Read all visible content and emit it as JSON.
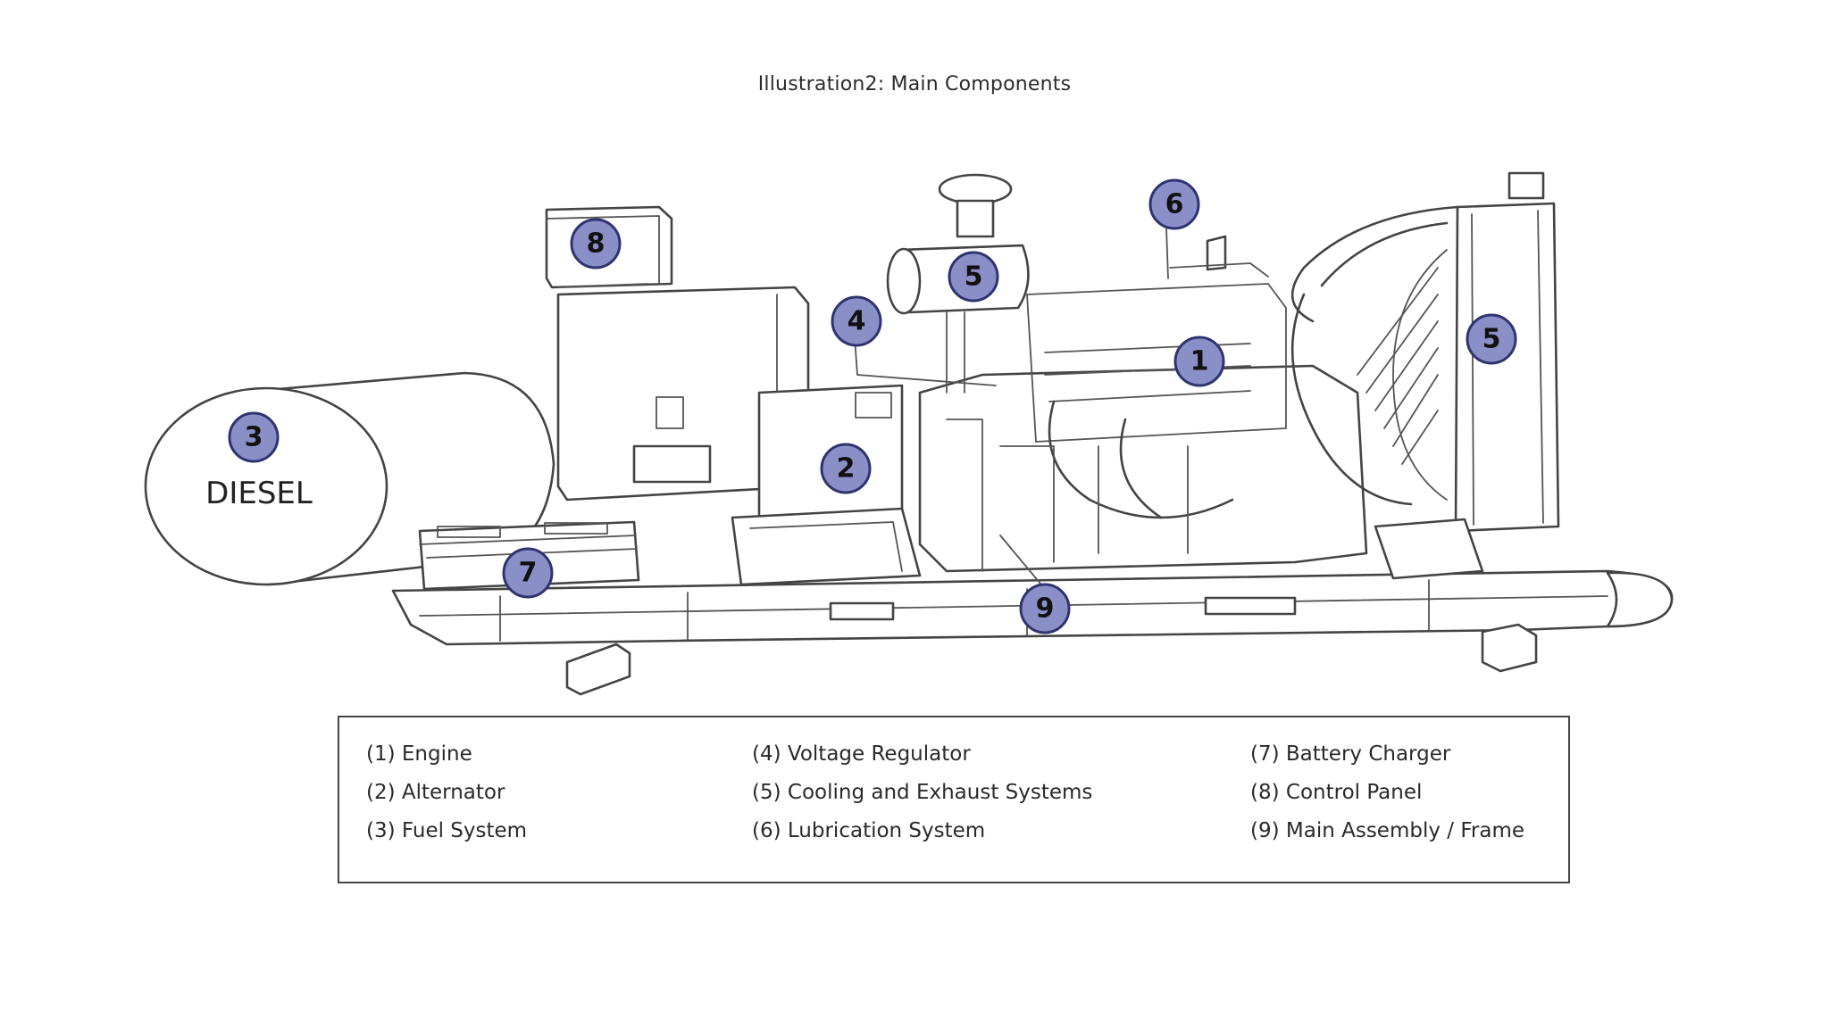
{
  "title": "Illustration2: Main Components",
  "tank_label": "DIESEL",
  "badges": [
    {
      "id": "1",
      "label": "1"
    },
    {
      "id": "2",
      "label": "2"
    },
    {
      "id": "3",
      "label": "3"
    },
    {
      "id": "4",
      "label": "4"
    },
    {
      "id": "5a",
      "label": "5"
    },
    {
      "id": "5b",
      "label": "5"
    },
    {
      "id": "6",
      "label": "6"
    },
    {
      "id": "7",
      "label": "7"
    },
    {
      "id": "8",
      "label": "8"
    },
    {
      "id": "9",
      "label": "9"
    }
  ],
  "legend": {
    "columns": [
      [
        "(1) Engine",
        "(2) Alternator",
        "(3) Fuel System"
      ],
      [
        "(4) Voltage Regulator",
        "(5) Cooling and Exhaust Systems",
        "(6) Lubrication System"
      ],
      [
        "(7) Battery Charger",
        "(8) Control Panel",
        "(9) Main Assembly / Frame"
      ]
    ]
  },
  "colors": {
    "badge_fill": "#8a90c7",
    "badge_stroke": "#2f3470",
    "line": "#444444"
  }
}
